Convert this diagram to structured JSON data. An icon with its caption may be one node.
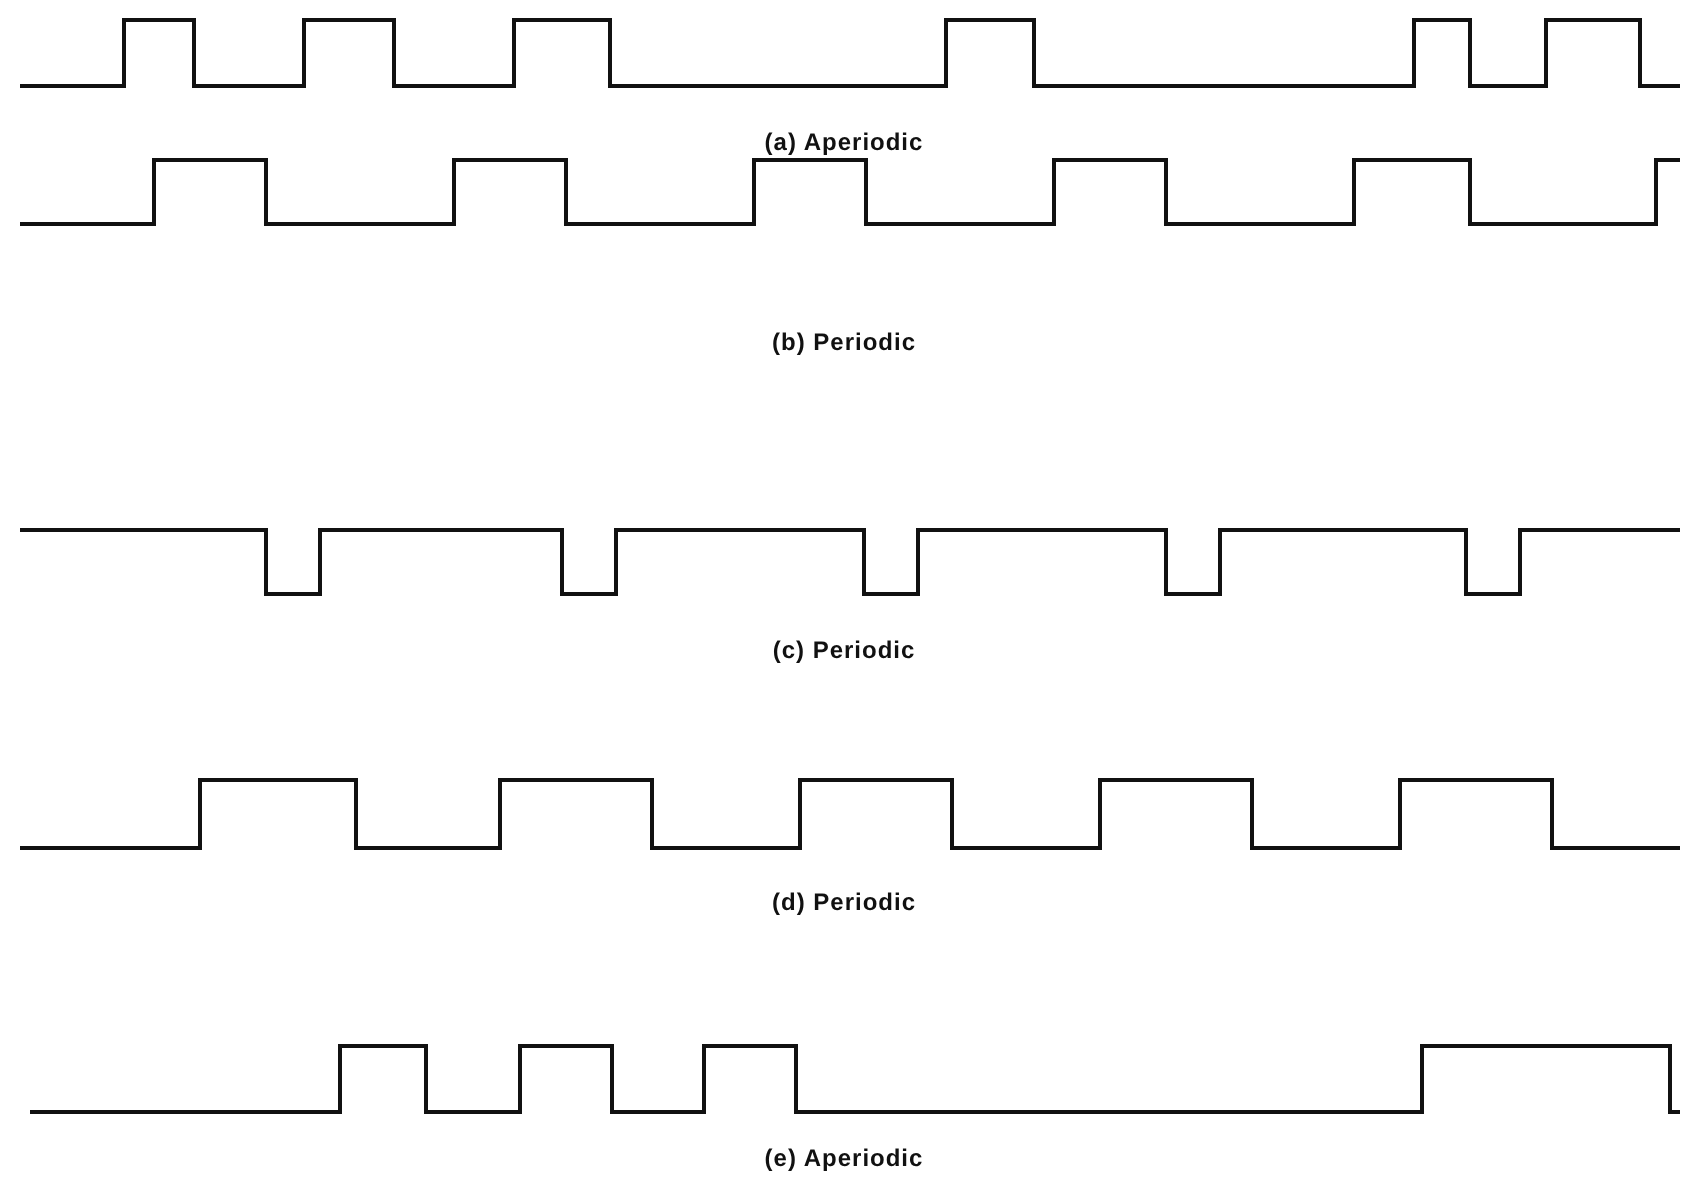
{
  "diagram": {
    "labels": [
      "(a) Aperiodic",
      "(b) Periodic",
      "(c) Periodic",
      "(d) Periodic",
      "(e) Aperiodic"
    ]
  }
}
